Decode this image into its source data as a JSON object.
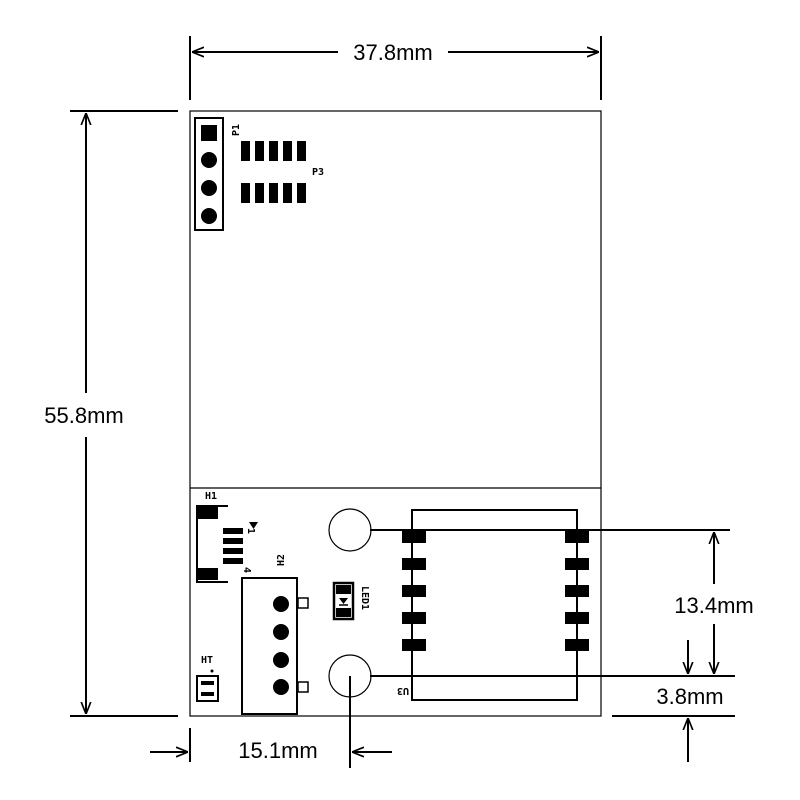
{
  "dimensions": {
    "width": "37.8mm",
    "height": "55.8mm",
    "hole_spacing": "13.4mm",
    "hole_offset": "3.8mm",
    "hole_x": "15.1mm"
  },
  "labels": {
    "p1": "P1",
    "p3": "P3",
    "h1": "H1",
    "h1_pin_first": "1",
    "h1_pin_last": "4",
    "h2": "H2",
    "ht": "HT",
    "led1": "LED1",
    "u3": "U3"
  },
  "colors": {
    "line": "#000000",
    "background": "#ffffff"
  }
}
